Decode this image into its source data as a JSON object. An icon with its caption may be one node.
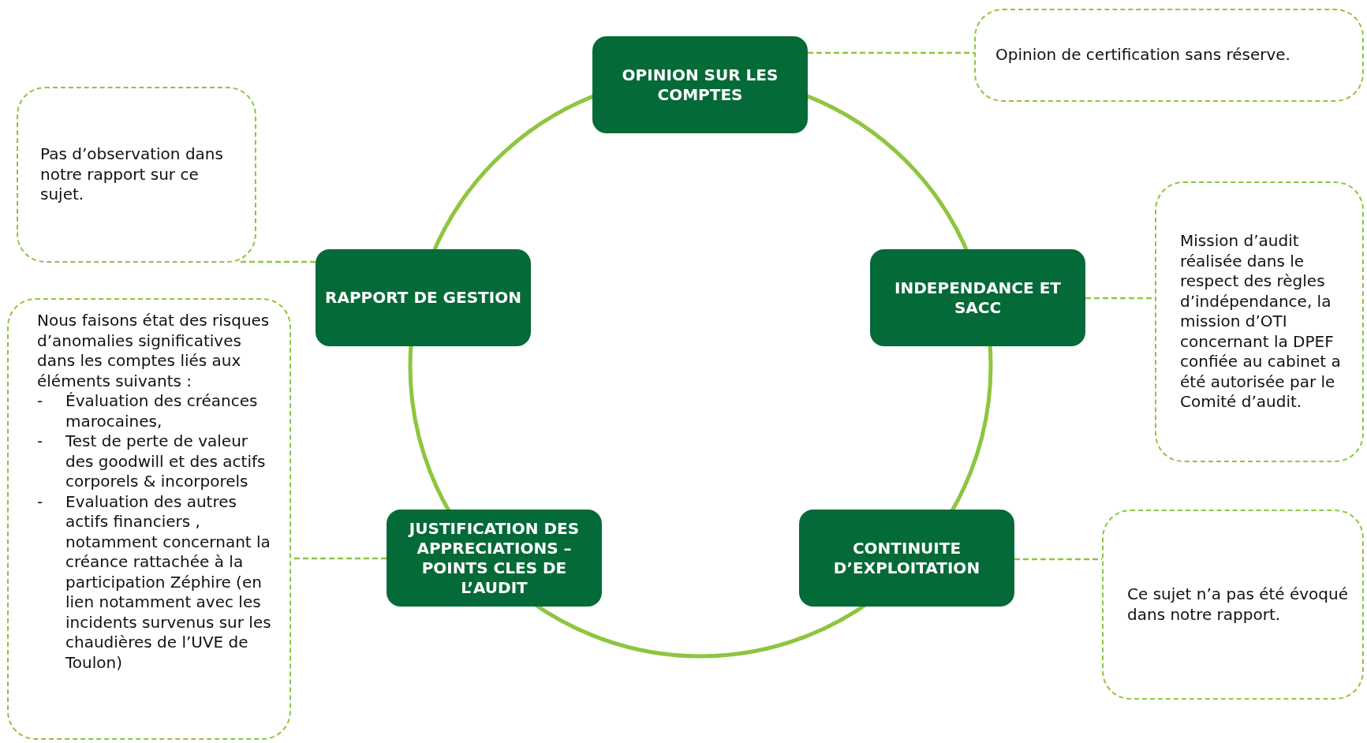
{
  "diagram": {
    "nodes": [
      {
        "text": [
          "OPINION SUR LES COMPTES"
        ]
      },
      {
        "text": [
          "Opinion de certification sans réserve."
        ]
      },
      {
        "text": [
          "Pas d’observation dans notre rapport sur ce sujet."
        ]
      },
      {
        "text": [
          "RAPPORT DE GESTION"
        ]
      },
      {
        "text": [
          "INDEPENDANCE ET SACC"
        ]
      },
      {
        "text": [
          "Mission d’audit réalisée dans le respect des règles d’indépendance, la mission d’OTI concernant la DPEF confiée au cabinet a été autorisée par le Comité d’audit."
        ]
      },
      {
        "text": [
          "Nous faisons état des risques d’anomalies significatives dans les comptes liés aux éléments suivants :",
          "- Évaluation des créances marocaines,",
          "- Test de perte de valeur des goodwill et des actifs corporels & incorporels",
          "- Evaluation des autres actifs financiers , notamment concernant la créance rattachée à la participation Zéphire (en lien notamment avec les incidents survenus sur les chaudières de l’UVE de Toulon)"
        ]
      },
      {
        "text": [
          "JUSTIFICATION DES APPRECIATIONS – POINTS CLES DE L’AUDIT"
        ]
      },
      {
        "text": [
          "CONTINUITE D’EXPLOITATION"
        ]
      },
      {
        "text": [
          "Ce sujet n’a pas été évoqué dans notre rapport."
        ]
      }
    ],
    "edges": [
      {
        "from": 0,
        "to": 1,
        "arrow": "none",
        "style": "dashed"
      },
      {
        "from": 3,
        "to": 2,
        "arrow": "none",
        "style": "dashed"
      },
      {
        "from": 4,
        "to": 5,
        "arrow": "none",
        "style": "dashed"
      },
      {
        "from": 7,
        "to": 6,
        "arrow": "none",
        "style": "dashed"
      },
      {
        "from": 8,
        "to": 9,
        "arrow": "none",
        "style": "dashed"
      }
    ]
  }
}
